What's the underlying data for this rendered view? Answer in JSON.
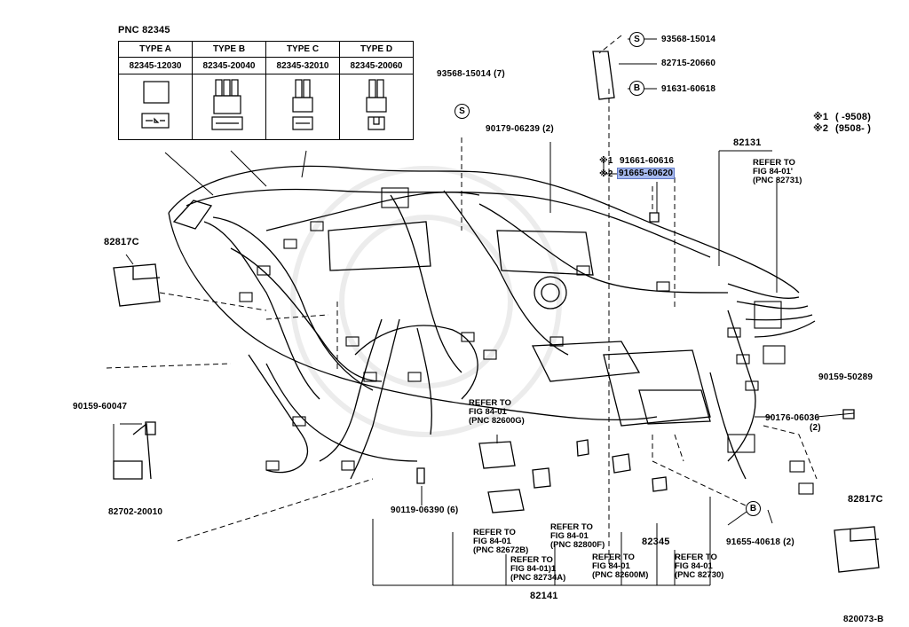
{
  "diagram": {
    "pnc_header": "PNC 82345",
    "types": [
      {
        "name": "TYPE A",
        "part": "82345-12030"
      },
      {
        "name": "TYPE B",
        "part": "82345-20040"
      },
      {
        "name": "TYPE C",
        "part": "82345-32010"
      },
      {
        "name": "TYPE D",
        "part": "82345-20060"
      }
    ],
    "callouts": {
      "bolt_top_left": "93568-15014 (7)",
      "bolt_top_right": "93568-15014",
      "bracket_top": "82715-20660",
      "nut_top": "91631-60618",
      "clamp_center": "90179-06239 (2)",
      "note1_marker": "※1",
      "note1_range": "(      -9508)",
      "note2_marker": "※2",
      "note2_range": "(9508-      )",
      "bolt_n1_marker": "※1",
      "bolt_n1": "91661-60616",
      "bolt_n2_marker": "※2",
      "bolt_n2": "91665-60620",
      "wire_right": "82131",
      "connector_left": "82817C",
      "connector_right": "82817C",
      "clamp_left": "90159-60047",
      "bracket_left": "82702-20010",
      "clamp_right": "90159-50289",
      "clamp_right2": "90176-06036",
      "clamp_right2_qty": "(2)",
      "bolt_bottom": "90119-06390 (6)",
      "bolt_bottom_right": "91655-40618 (2)",
      "relay": "82345",
      "wire_main": "82141",
      "diagram_code": "820073-B"
    },
    "circle_letters": {
      "s_left": "S",
      "s_right": "S",
      "b_top": "B",
      "b_bottom": "B"
    },
    "refer_notes": {
      "r_center": [
        "REFER TO",
        "FIG 84-01",
        "(PNC 82600G)"
      ],
      "r_right_top": [
        "REFER TO",
        "FIG 84-01'",
        "(PNC 82731)"
      ],
      "r_b1": [
        "REFER TO",
        "FIG 84-01",
        "(PNC 82672B)"
      ],
      "r_b2": [
        "REFER TO",
        "FIG 84-01)1",
        "(PNC 82734A)"
      ],
      "r_b3": [
        "REFER TO",
        "FIG 84-01",
        "(PNC 82800F)"
      ],
      "r_b4": [
        "REFER TO",
        "FIG 84-01",
        "(PNC 82600M)"
      ],
      "r_b5": [
        "REFER TO",
        "FIG 84-01",
        "(PNC 82730)"
      ]
    }
  }
}
